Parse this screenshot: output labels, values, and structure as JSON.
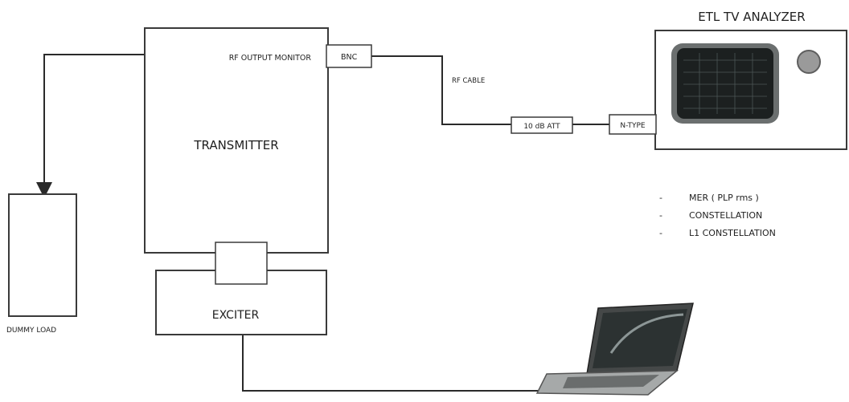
{
  "diagram": {
    "analyzer_title": "ETL TV ANALYZER",
    "transmitter_label": "TRANSMITTER",
    "exciter_label": "EXCITER",
    "dummy_load_label": "DUMMY LOAD",
    "rf_output_monitor_label": "RF OUTPUT MONITOR",
    "bnc_label": "BNC",
    "rf_cable_label": "RF CABLE",
    "attenuator_label": "10 dB ATT",
    "ntype_label": "N-TYPE",
    "measurements": [
      {
        "bullet": "-",
        "text": "MER ( PLP rms )"
      },
      {
        "bullet": "-",
        "text": "CONSTELLATION"
      },
      {
        "bullet": "-",
        "text": "L1 CONSTELLATION"
      }
    ]
  },
  "colors": {
    "line": "#2a2a2a",
    "box_border": "#3a3a3a",
    "screen": "#1c2020",
    "knob": "#9a9a9a"
  }
}
